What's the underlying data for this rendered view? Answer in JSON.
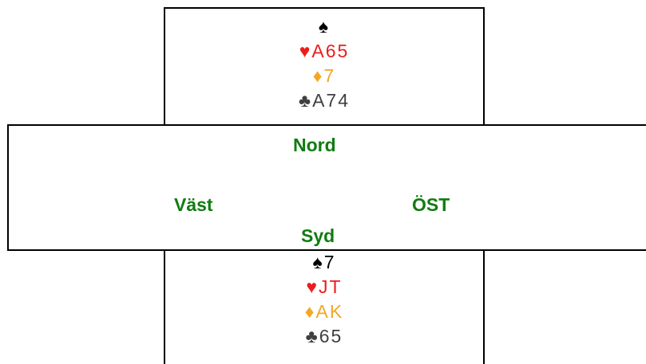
{
  "colors": {
    "spade": "#000000",
    "heart": "#ee1c1c",
    "diamond": "#f5a623",
    "club": "#404040",
    "compass": "#107c10"
  },
  "north": {
    "spades": "♠",
    "hearts": "♥A65",
    "diamonds": "♦7",
    "clubs": "♣A74"
  },
  "south": {
    "spades": "♠7",
    "hearts": "♥JT",
    "diamonds": "♦AK",
    "clubs": "♣65"
  },
  "compass": {
    "north": "Nord",
    "west": "Väst",
    "east": "ÖST",
    "south": "Syd"
  }
}
